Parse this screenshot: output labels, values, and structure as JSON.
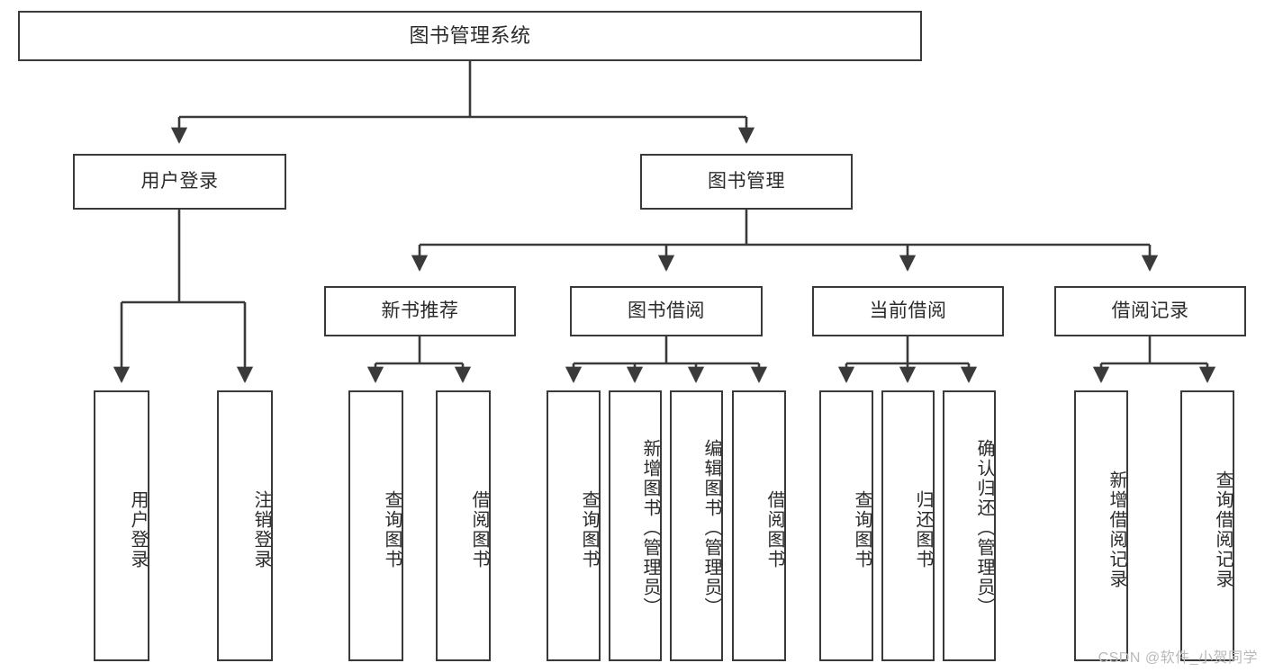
{
  "diagram": {
    "type": "tree-hierarchy",
    "title": "图书管理系统",
    "orientation": "top-down",
    "edge_style": "orthogonal-with-arrowheads",
    "colors": {
      "background": "#ffffff",
      "box_stroke": "#3a3a3a",
      "box_fill": "#ffffff",
      "text": "#2b2b2b",
      "edge": "#3a3a3a",
      "watermark": "#b9b9b9"
    },
    "levels": {
      "level0": [
        "图书管理系统"
      ],
      "level1": [
        "用户登录",
        "图书管理"
      ],
      "level2": [
        "新书推荐",
        "图书借阅",
        "当前借阅",
        "借阅记录"
      ],
      "level3": [
        "用户登录",
        "注销登录",
        "查询图书",
        "借阅图书",
        "查询图书",
        "新增图书（管理员）",
        "编辑图书（管理员）",
        "借阅图书",
        "查询图书",
        "归还图书",
        "确认归还（管理员）",
        "新增借阅记录",
        "查询借阅记录"
      ]
    }
  },
  "nodes": {
    "root": {
      "label": "图书管理系统"
    },
    "user_login": {
      "label": "用户登录"
    },
    "book_manage": {
      "label": "图书管理"
    },
    "new_book_rec": {
      "label": "新书推荐"
    },
    "book_borrow": {
      "label": "图书借阅"
    },
    "current_borrow": {
      "label": "当前借阅"
    },
    "borrow_record": {
      "label": "借阅记录"
    },
    "leaf_user_login": {
      "label": "用户登录"
    },
    "leaf_logout": {
      "label": "注销登录"
    },
    "leaf_query_book_1": {
      "label": "查询图书"
    },
    "leaf_borrow_book_1": {
      "label": "借阅图书"
    },
    "leaf_query_book_2": {
      "label": "查询图书"
    },
    "leaf_add_book": {
      "label": "新增图书（管理员）"
    },
    "leaf_edit_book": {
      "label": "编辑图书（管理员）"
    },
    "leaf_borrow_book_2": {
      "label": "借阅图书"
    },
    "leaf_query_book_3": {
      "label": "查询图书"
    },
    "leaf_return_book": {
      "label": "归还图书"
    },
    "leaf_confirm_return": {
      "label": "确认归还（管理员）"
    },
    "leaf_add_record": {
      "label": "新增借阅记录"
    },
    "leaf_query_record": {
      "label": "查询借阅记录"
    }
  },
  "watermark": {
    "text": "CSDN @软件_小贺同学"
  }
}
